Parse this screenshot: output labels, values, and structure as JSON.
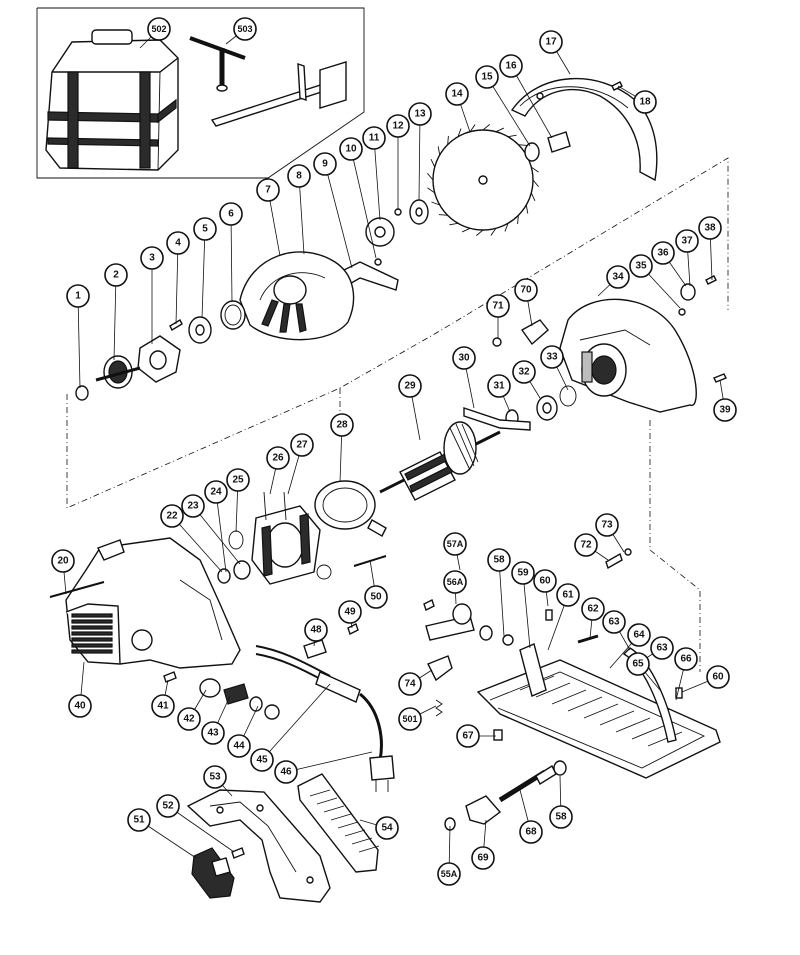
{
  "parts": [
    {
      "id": "1"
    },
    {
      "id": "2"
    },
    {
      "id": "3"
    },
    {
      "id": "4"
    },
    {
      "id": "5"
    },
    {
      "id": "6"
    },
    {
      "id": "7"
    },
    {
      "id": "8"
    },
    {
      "id": "9"
    },
    {
      "id": "10"
    },
    {
      "id": "11"
    },
    {
      "id": "12"
    },
    {
      "id": "13"
    },
    {
      "id": "14"
    },
    {
      "id": "15"
    },
    {
      "id": "16"
    },
    {
      "id": "17"
    },
    {
      "id": "18"
    },
    {
      "id": "20"
    },
    {
      "id": "22"
    },
    {
      "id": "23"
    },
    {
      "id": "24"
    },
    {
      "id": "25"
    },
    {
      "id": "26"
    },
    {
      "id": "27"
    },
    {
      "id": "28"
    },
    {
      "id": "29"
    },
    {
      "id": "30"
    },
    {
      "id": "31"
    },
    {
      "id": "32"
    },
    {
      "id": "33"
    },
    {
      "id": "34"
    },
    {
      "id": "35"
    },
    {
      "id": "36"
    },
    {
      "id": "37"
    },
    {
      "id": "38"
    },
    {
      "id": "39"
    },
    {
      "id": "40"
    },
    {
      "id": "41"
    },
    {
      "id": "42"
    },
    {
      "id": "43"
    },
    {
      "id": "44"
    },
    {
      "id": "45"
    },
    {
      "id": "46"
    },
    {
      "id": "48"
    },
    {
      "id": "49"
    },
    {
      "id": "50"
    },
    {
      "id": "51"
    },
    {
      "id": "52"
    },
    {
      "id": "53"
    },
    {
      "id": "54"
    },
    {
      "id": "55A"
    },
    {
      "id": "56A"
    },
    {
      "id": "57A"
    },
    {
      "id": "58"
    },
    {
      "id": "58"
    },
    {
      "id": "59"
    },
    {
      "id": "60"
    },
    {
      "id": "60"
    },
    {
      "id": "61"
    },
    {
      "id": "62"
    },
    {
      "id": "63"
    },
    {
      "id": "63"
    },
    {
      "id": "64"
    },
    {
      "id": "65"
    },
    {
      "id": "66"
    },
    {
      "id": "67"
    },
    {
      "id": "68"
    },
    {
      "id": "69"
    },
    {
      "id": "70"
    },
    {
      "id": "71"
    },
    {
      "id": "72"
    },
    {
      "id": "73"
    },
    {
      "id": "74"
    },
    {
      "id": "501"
    },
    {
      "id": "502"
    },
    {
      "id": "503"
    }
  ],
  "colors": {
    "ink": "#111111",
    "paper": "#ffffff",
    "shade": "#2b2b2b"
  }
}
